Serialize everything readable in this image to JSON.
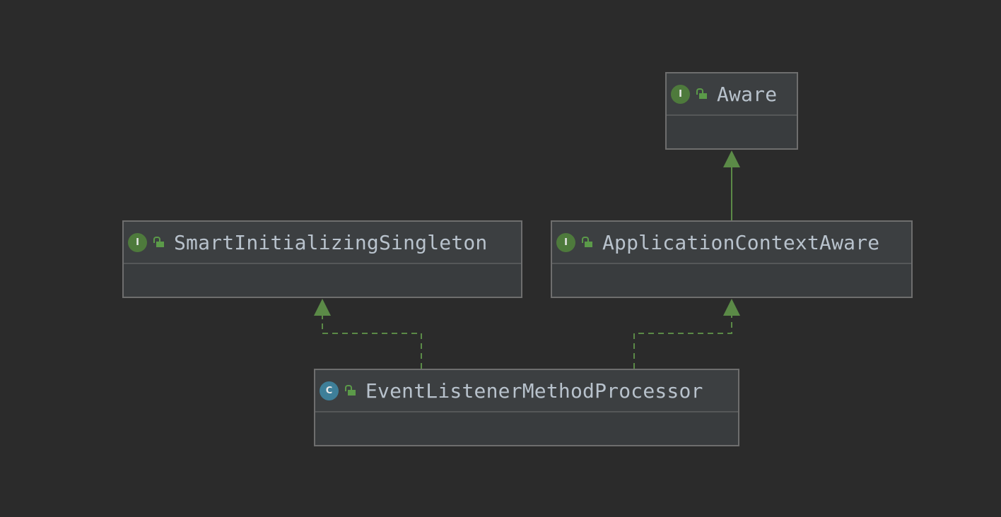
{
  "diagram": {
    "background": "#2b2b2b",
    "colors": {
      "interface_badge": "#4e7a3c",
      "class_badge": "#3e7f99",
      "access_icon": "#5b9a49",
      "edge": "#5b8a47",
      "node_text": "#b8c2cc"
    },
    "nodes": {
      "aware": {
        "name": "Aware",
        "kind": "interface",
        "kind_letter": "I",
        "kind_icon": "interface-icon",
        "access_icon": "public-lock-icon"
      },
      "smart_initializing_singleton": {
        "name": "SmartInitializingSingleton",
        "kind": "interface",
        "kind_letter": "I",
        "kind_icon": "interface-icon",
        "access_icon": "public-lock-icon"
      },
      "application_context_aware": {
        "name": "ApplicationContextAware",
        "kind": "interface",
        "kind_letter": "I",
        "kind_icon": "interface-icon",
        "access_icon": "public-lock-icon"
      },
      "event_listener_method_processor": {
        "name": "EventListenerMethodProcessor",
        "kind": "class",
        "kind_letter": "C",
        "kind_icon": "class-icon",
        "access_icon": "public-lock-icon"
      }
    },
    "edges": [
      {
        "from": "ApplicationContextAware",
        "to": "Aware",
        "type": "extends",
        "style": "solid"
      },
      {
        "from": "EventListenerMethodProcessor",
        "to": "SmartInitializingSingleton",
        "type": "implements",
        "style": "dashed"
      },
      {
        "from": "EventListenerMethodProcessor",
        "to": "ApplicationContextAware",
        "type": "implements",
        "style": "dashed"
      }
    ]
  }
}
